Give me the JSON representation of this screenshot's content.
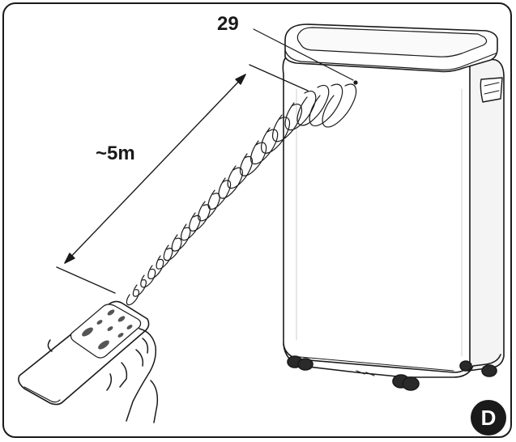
{
  "figure": {
    "reference_number": "29",
    "distance_label": "~5m",
    "panel_letter": "D"
  }
}
